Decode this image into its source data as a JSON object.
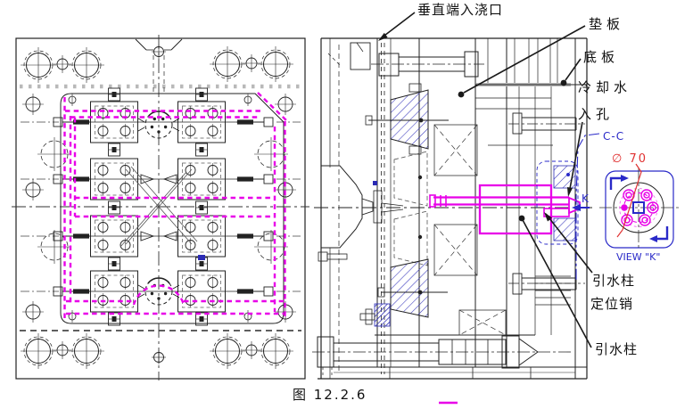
{
  "figure": {
    "caption": "图 12.2.6"
  },
  "annotations": {
    "vertical_gate": "垂直端入浇口",
    "backing_plate": "垫板",
    "bottom_plate": "底板",
    "cooling_water_line1": "冷却水",
    "cooling_water_line2": "入孔",
    "water_column_pin_line1": "引水柱",
    "water_column_pin_line2": "定位销",
    "water_column": "引水柱"
  },
  "detail_view": {
    "section_label": "C-C",
    "diameter": "∅ 70",
    "view_label": "VIEW \"K\"",
    "direction_label": "K"
  },
  "colors": {
    "cooling_highlight": "#e800e8",
    "insert_hatch": "#3535bb",
    "detail_outline": "#2929c8",
    "dimension": "#e03232",
    "plate_guide": "#b9b9b9",
    "line": "#1f1f1f"
  }
}
